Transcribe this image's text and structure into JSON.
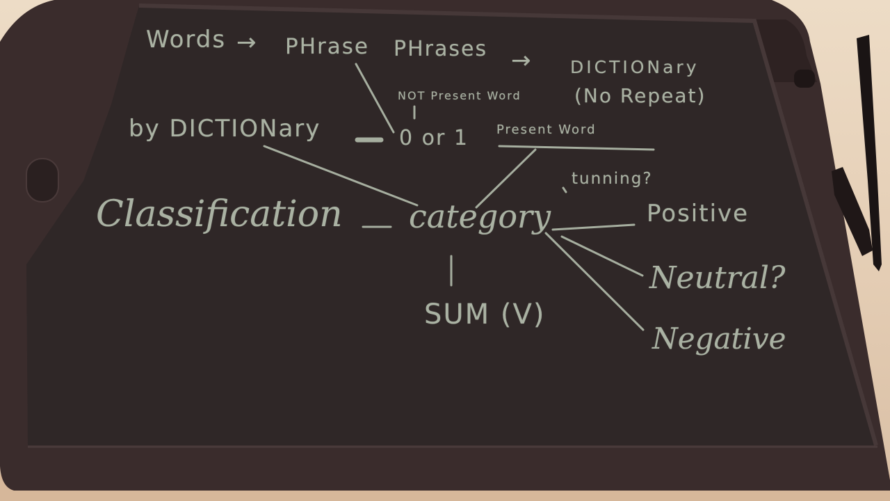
{
  "board": {
    "notes": {
      "words": "Words",
      "arrow_1": "→",
      "phrase": "PHrase",
      "phrases": "PHrases",
      "arrow_2": "→",
      "dictionary_top": "DICTIONary",
      "no_repeat": "(No Repeat)",
      "not_present_word": "NOT Present Word",
      "zero_or_one": "0 or 1",
      "present_word": "Present Word",
      "by_dictionary": "by DICTIONary",
      "classification": "Classification",
      "category": "category",
      "tunning": "tunning?",
      "positive": "Positive",
      "neutral": "Neutral?",
      "negative": "Negative",
      "sum": "SUM (V)"
    }
  }
}
